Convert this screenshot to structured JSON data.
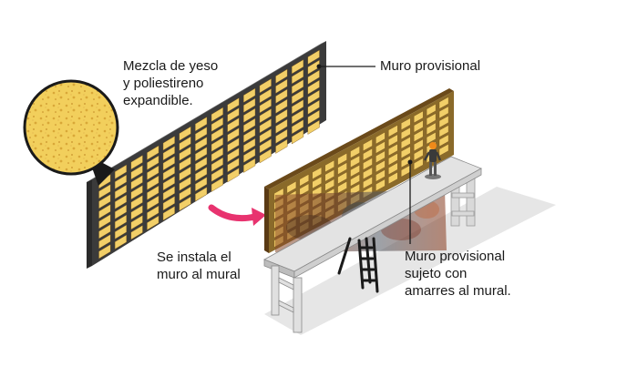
{
  "labels": {
    "mix": "Mezcla de yeso\ny poliestireno\nexpandible.",
    "muro": "Muro provisional",
    "install": "Se instala el\nmuro al mural",
    "sujeto": "Muro provisional\nsujeto con\namarres al mural."
  },
  "colors": {
    "frame_dark": "#3b3b3b",
    "cell_yellow": "#f2cf68",
    "grid_brown": "#7a5418",
    "arrow_pink": "#e8336f",
    "scaffold_gray": "#d6d6d6",
    "mural_brown": "#7a3a1a"
  },
  "icons": {
    "arrow": "curved-arrow-icon",
    "worker": "worker-figure-icon",
    "ladder": "ladder-icon"
  }
}
